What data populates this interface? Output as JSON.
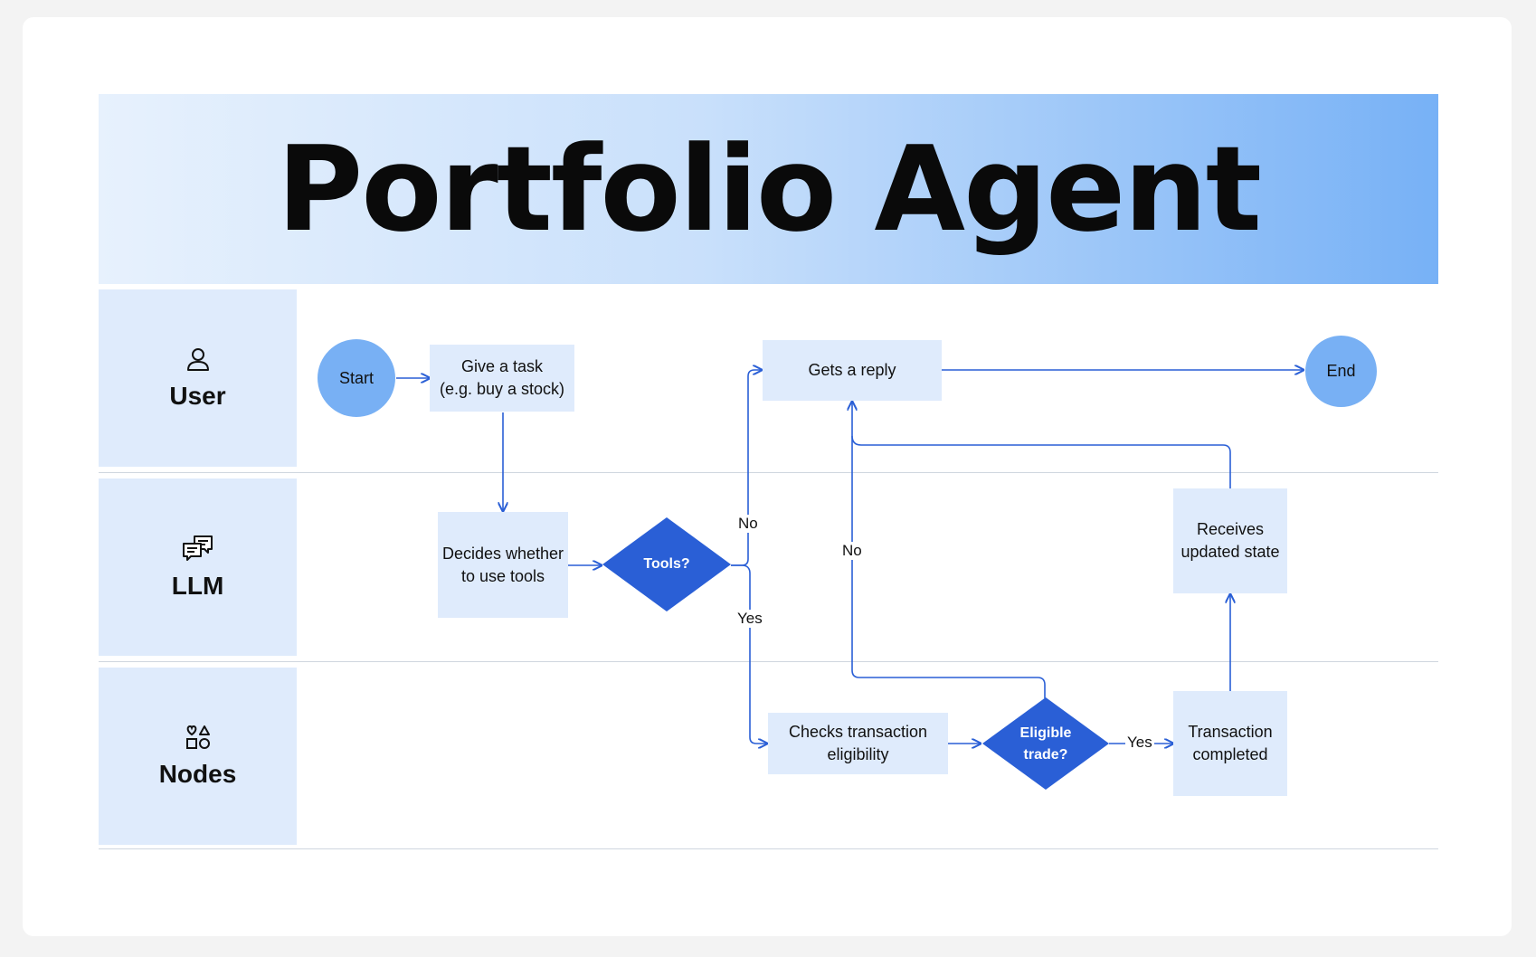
{
  "title": "Portfolio Agent",
  "lanes": [
    {
      "label": "User",
      "icon": "user-icon"
    },
    {
      "label": "LLM",
      "icon": "chat-bubbles-icon"
    },
    {
      "label": "Nodes",
      "icon": "shapes-icon"
    }
  ],
  "nodes": {
    "start": "Start",
    "give_task_line1": "Give a task",
    "give_task_line2": "(e.g. buy a stock)",
    "gets_reply": "Gets a reply",
    "end": "End",
    "decides_line1": "Decides whether",
    "decides_line2": "to use tools",
    "tools": "Tools?",
    "receives_line1": "Receives",
    "receives_line2": "updated state",
    "checks_line1": "Checks transaction",
    "checks_line2": "eligibility",
    "eligible_line1": "Eligible",
    "eligible_line2": "trade?",
    "completed_line1": "Transaction",
    "completed_line2": "completed"
  },
  "edge_labels": {
    "tools_no": "No",
    "tools_yes": "Yes",
    "eligible_no": "No",
    "eligible_yes": "Yes"
  },
  "colors": {
    "lane_bg": "#dfebfc",
    "node_bg": "#dfebfc",
    "terminal": "#78b0f4",
    "decision": "#2a5fd6",
    "arrow": "#2a5fd6"
  }
}
